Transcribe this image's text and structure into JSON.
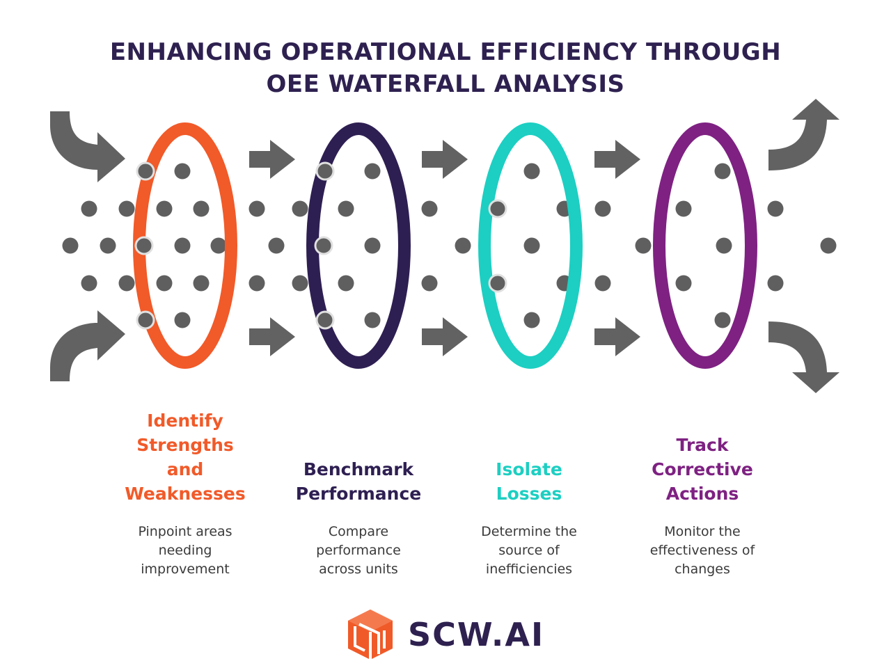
{
  "title": {
    "line1": "ENHANCING OPERATIONAL EFFICIENCY THROUGH",
    "line2": "OEE WATERFALL ANALYSIS"
  },
  "colors": {
    "title": "#2e2150",
    "arrow": "#626262",
    "dot": "#5f5f5f",
    "text": "#3a3a3a",
    "brand_orange": "#f05a28",
    "brand_navy": "#2e2150"
  },
  "steps": [
    {
      "color": "#f15a29",
      "title_lines": [
        "Identify",
        "Strengths",
        "and",
        "Weaknesses"
      ],
      "desc_lines": [
        "Pinpoint areas",
        "needing",
        "improvement"
      ]
    },
    {
      "color": "#2e1f52",
      "title_lines": [
        "Benchmark",
        "Performance"
      ],
      "desc_lines": [
        "Compare",
        "performance",
        "across units"
      ]
    },
    {
      "color": "#1ccfc2",
      "title_lines": [
        "Isolate",
        "Losses"
      ],
      "desc_lines": [
        "Determine the",
        "source of",
        "inefficiencies"
      ]
    },
    {
      "color": "#7e2182",
      "title_lines": [
        "Track",
        "Corrective",
        "Actions"
      ],
      "desc_lines": [
        "Monitor the",
        "effectiveness of",
        "changes"
      ]
    }
  ],
  "logo": {
    "text": "SCW.AI",
    "icon": "cube-logo-icon"
  }
}
